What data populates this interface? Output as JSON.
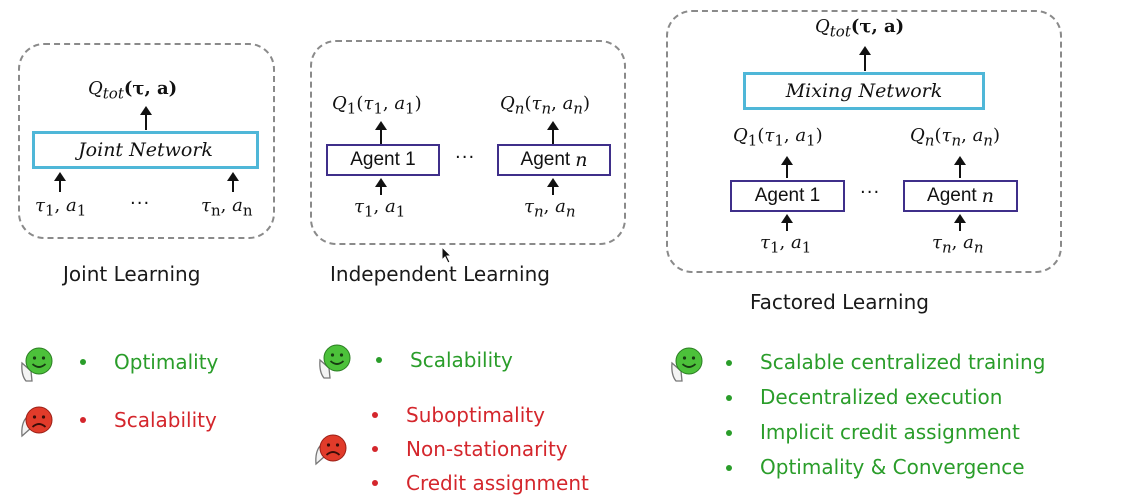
{
  "colors": {
    "dashed_border": "#8a8a8a",
    "network_box": "#4fb7d8",
    "agent_box": "#3f2f8a",
    "pro_green": "#2a9d2a",
    "con_red": "#d4262c"
  },
  "icons": {
    "happy": "thumbs-up-smiley-icon",
    "sad": "thumbs-down-frowny-icon"
  },
  "joint": {
    "output": {
      "q": "Q",
      "sub": "tot",
      "args": "(τ, a)"
    },
    "network_label": "Joint Network",
    "inputs": {
      "first": {
        "tau": "τ",
        "tau_sub": "1",
        "sep": ", ",
        "a": "a",
        "a_sub": "1"
      },
      "dots": "···",
      "last": {
        "tau": "τ",
        "tau_sub": "n",
        "sep": ", ",
        "a": "a",
        "a_sub": "n"
      }
    },
    "caption": "Joint Learning",
    "pros": [
      "Optimality"
    ],
    "cons": [
      "Scalability"
    ]
  },
  "independent": {
    "outputs": {
      "first": {
        "q": "Q",
        "q_sub": "1",
        "tau": "τ",
        "tau_sub": "1",
        "a": "a",
        "a_sub": "1"
      },
      "last": {
        "q": "Q",
        "q_sub": "n",
        "tau": "τ",
        "tau_sub": "n",
        "a": "a",
        "a_sub": "n"
      }
    },
    "agents": {
      "first": "Agent 1",
      "last_prefix": "Agent",
      "last_var": "n"
    },
    "dots": "···",
    "inputs": {
      "first": {
        "tau": "τ",
        "tau_sub": "1",
        "sep": ", ",
        "a": "a",
        "a_sub": "1"
      },
      "last": {
        "tau": "τ",
        "tau_sub": "n",
        "sep": ", ",
        "a": "a",
        "a_sub": "n"
      }
    },
    "caption": "Independent Learning",
    "pros": [
      "Scalability"
    ],
    "cons": [
      "Suboptimality",
      "Non-stationarity",
      "Credit assignment"
    ]
  },
  "factored": {
    "output": {
      "q": "Q",
      "sub": "tot",
      "args": "(τ, a)"
    },
    "network_label": "Mixing Network",
    "mid": {
      "first": {
        "q": "Q",
        "q_sub": "1",
        "tau": "τ",
        "tau_sub": "1",
        "a": "a",
        "a_sub": "1"
      },
      "last": {
        "q": "Q",
        "q_sub": "n",
        "tau": "τ",
        "tau_sub": "n",
        "a": "a",
        "a_sub": "n"
      }
    },
    "agents": {
      "first": "Agent 1",
      "last_prefix": "Agent",
      "last_var": "n"
    },
    "dots": "···",
    "inputs": {
      "first": {
        "tau": "τ",
        "tau_sub": "1",
        "sep": ", ",
        "a": "a",
        "a_sub": "1"
      },
      "last": {
        "tau": "τ",
        "tau_sub": "n",
        "sep": ", ",
        "a": "a",
        "a_sub": "n"
      }
    },
    "caption": "Factored Learning",
    "pros": [
      "Scalable centralized training",
      "Decentralized execution",
      "Implicit credit assignment",
      "Optimality & Convergence"
    ]
  }
}
